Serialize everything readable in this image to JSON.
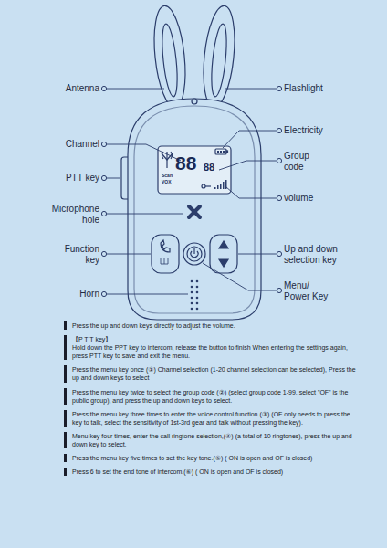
{
  "diagram": {
    "nodes": [
      {
        "text": [
          "88",
          "88",
          "Scan",
          "VOX"
        ]
      }
    ],
    "labels": [
      "Antenna",
      "Flashlight",
      "Electricity",
      "Channel",
      "Group code",
      "PTT key",
      "volume",
      "Microphone hole",
      "Function key",
      "Up and down selection key",
      "Menu/ Power Key",
      "Horn",
      "Press the up and down keys directly to adjust the volume.",
      "【P T T key】",
      "Hold down the PPT key to intercom, release the button to finish When entering the settings again, press PTT key to save and exit the menu.",
      "Press the menu key once (①) Channel selection (1-20 channel selection can be selected), Press the up and down keys to select",
      "Press the menu key twice to select the group code (②) (select group code 1-99, select \"OF\" is the public group), and press the up and down keys to select.",
      "Press the menu key three times to enter the voice control function (③) (OF only needs to press the key to talk, select the sensitivity of 1st-3rd gear and talk without pressing the key).",
      "Menu key four times, enter the call ringtone selection,(④) (a total of 10 ringtones), press the up and down key to select.",
      "Press the menu key five times to set the key tone.(⑤) ( ON is open and OF is closed)",
      "Press 6 to set the end tone of intercom.(⑥) ( ON is open and OF is closed)"
    ]
  }
}
